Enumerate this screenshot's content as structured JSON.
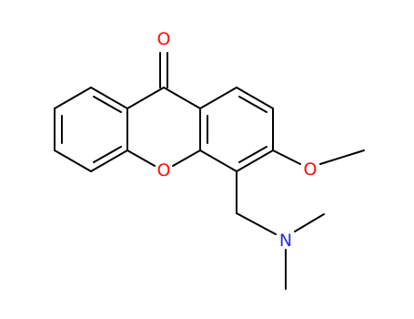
{
  "molecule": {
    "atoms": {
      "carbonyl_oxygen": {
        "label": "O",
        "color": "#ff0d0d"
      },
      "ring_oxygen": {
        "label": "O",
        "color": "#ff0d0d"
      },
      "methoxy_oxygen": {
        "label": "O",
        "color": "#ff0d0d"
      },
      "amine_nitrogen": {
        "label": "N",
        "color": "#2b2bd9"
      }
    },
    "bond_color": "#000000"
  }
}
